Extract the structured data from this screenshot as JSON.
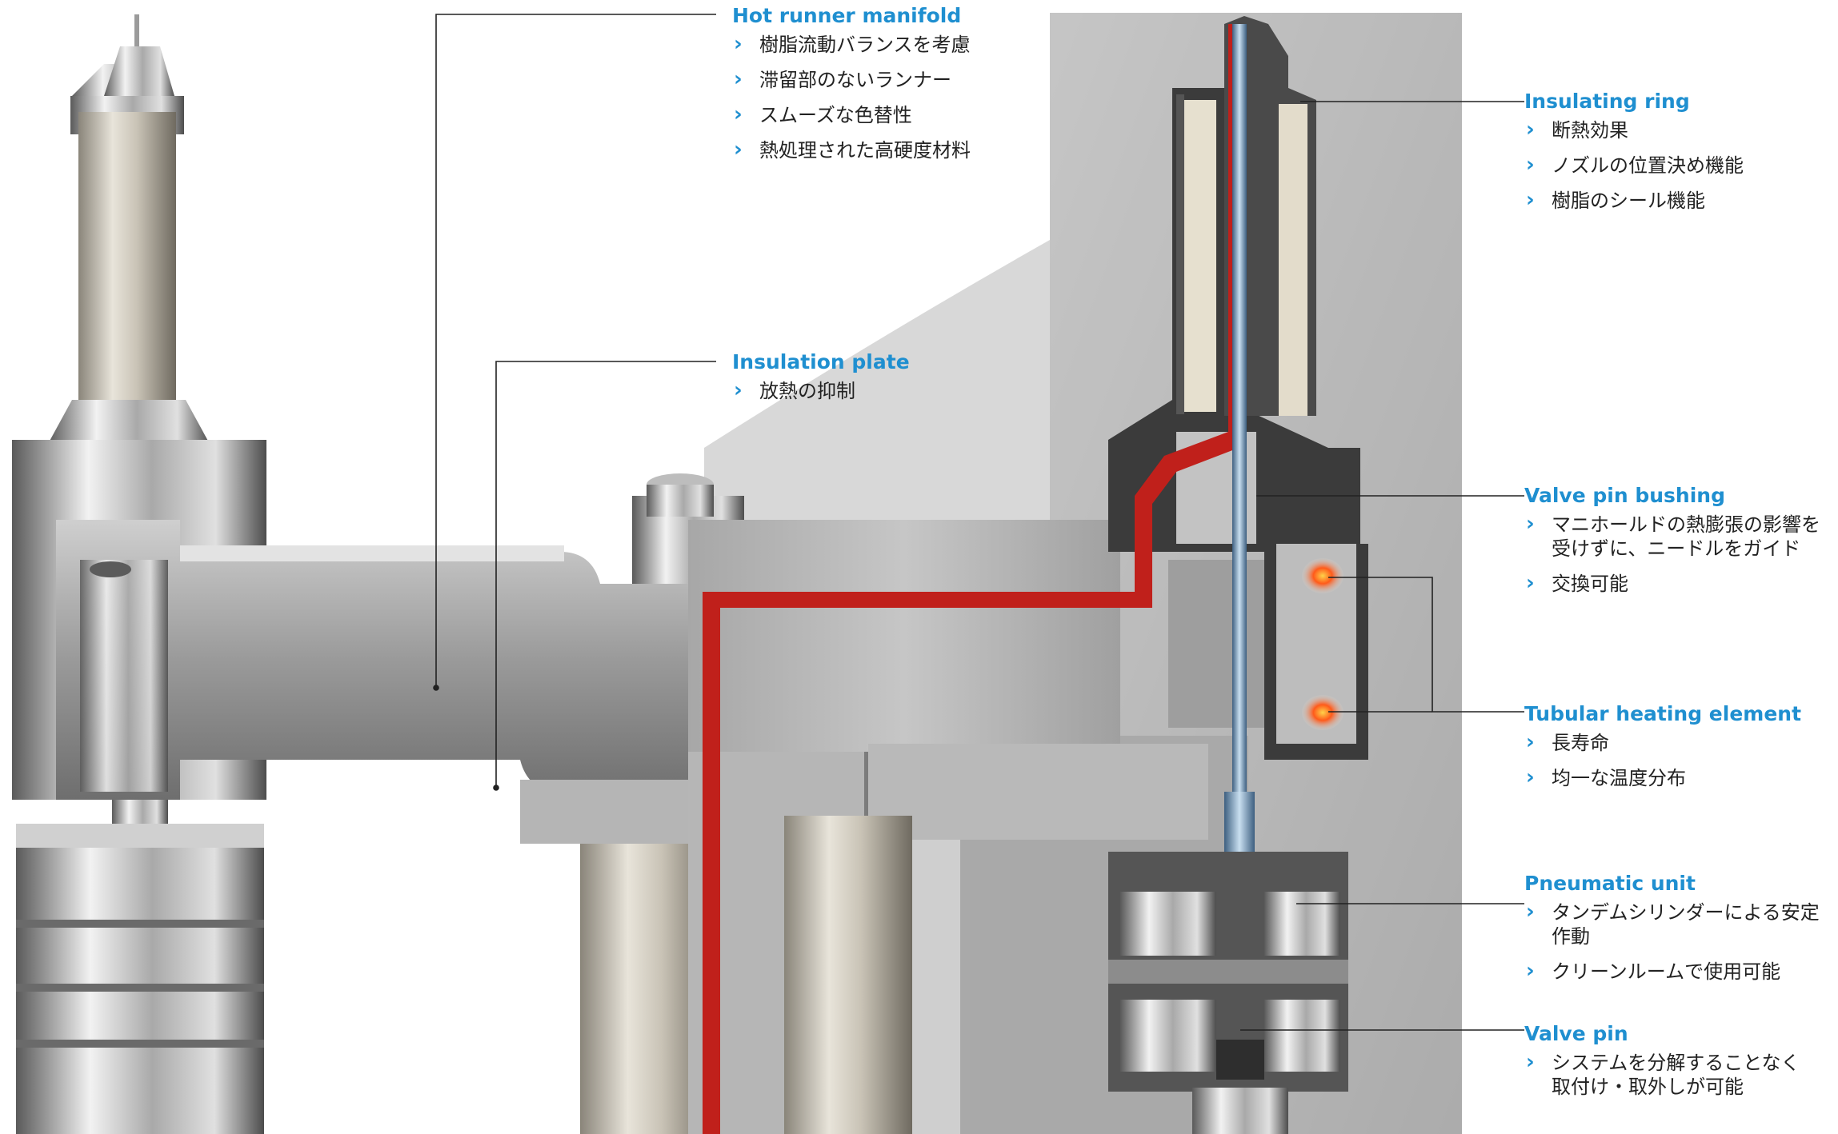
{
  "callouts": {
    "hot_runner_manifold": {
      "title": "Hot runner manifold",
      "bullets": [
        "樹脂流動バランスを考慮",
        "滞留部のないランナー",
        "スムーズな色替性",
        "熱処理された高硬度材料"
      ]
    },
    "insulation_plate": {
      "title": "Insulation plate",
      "bullets": [
        "放熱の抑制"
      ]
    },
    "insulating_ring": {
      "title": "Insulating ring",
      "bullets": [
        "断熱効果",
        "ノズルの位置決め機能",
        "樹脂のシール機能"
      ]
    },
    "valve_pin_bushing": {
      "title": "Valve pin bushing",
      "bullets": [
        "マニホールドの熱膨張の影響を\n受けずに、ニードルをガイド",
        "交換可能"
      ]
    },
    "tubular_heating_element": {
      "title": "Tubular heating element",
      "bullets": [
        "長寿命",
        "均一な温度分布"
      ]
    },
    "pneumatic_unit": {
      "title": "Pneumatic unit",
      "bullets": [
        "タンデムシリンダーによる安定\n作動",
        "クリーンルームで使用可能"
      ]
    },
    "valve_pin": {
      "title": "Valve pin",
      "bullets": [
        "システムを分解することなく\n取付け・取外しが可能"
      ]
    }
  },
  "colors": {
    "accent": "#1f8fd0",
    "melt": "#c0201b",
    "steel": "#8e8e8e",
    "dark_steel": "#3a3a3a"
  },
  "icons": {
    "bullet": "chevron-right-icon"
  }
}
